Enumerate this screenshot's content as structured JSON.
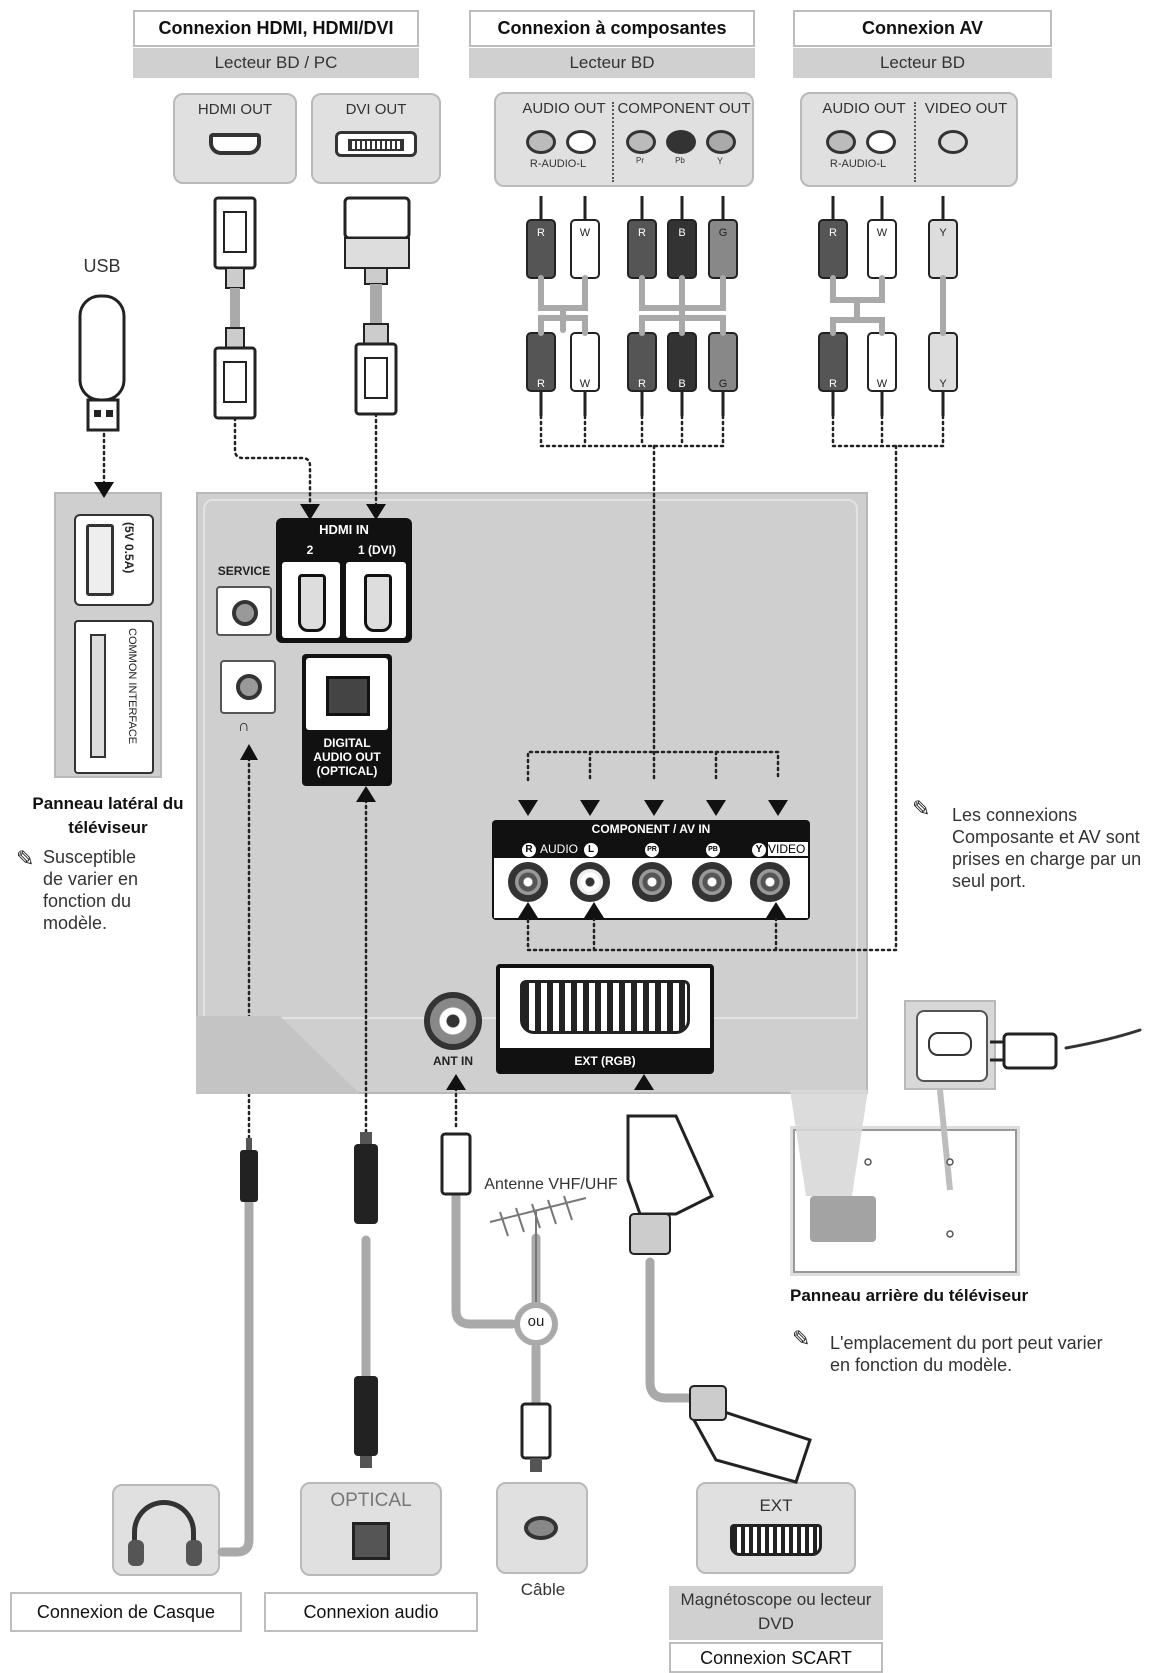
{
  "headers": {
    "hdmi": {
      "title": "Connexion HDMI, HDMI/DVI",
      "sub": "Lecteur BD / PC"
    },
    "component": {
      "title": "Connexion à composantes",
      "sub": "Lecteur BD"
    },
    "av": {
      "title": "Connexion AV",
      "sub": "Lecteur BD"
    }
  },
  "sources": {
    "hdmi_out": "HDMI OUT",
    "dvi_out": "DVI OUT",
    "audio_out": "AUDIO OUT",
    "component_out": "COMPONENT OUT",
    "r_audio_l": "R-AUDIO-L",
    "pr": "Pr",
    "pb": "Pb",
    "y": "Y",
    "audio_out_av": "AUDIO OUT",
    "video_out": "VIDEO OUT",
    "r_audio_l_av": "R-AUDIO-L"
  },
  "plugs": {
    "r": "R",
    "w": "W",
    "b": "B",
    "g": "G",
    "y": "Y"
  },
  "usb": {
    "label": "USB"
  },
  "side_panel": {
    "usb_port": "(5V 0.5A)",
    "common_interface": "COMMON INTERFACE",
    "caption_line1": "Panneau latéral du",
    "caption_line2": "téléviseur",
    "note_lines": [
      "Susceptible",
      "de varier en",
      "fonction du",
      "modèle."
    ]
  },
  "rear_panel": {
    "hdmi_in": "HDMI IN",
    "hdmi_2": "2",
    "hdmi_1": "1 (DVI)",
    "service": "SERVICE",
    "digital_audio_1": "DIGITAL",
    "digital_audio_2": "AUDIO OUT",
    "digital_audio_3": "(OPTICAL)",
    "component_av_in": "COMPONENT / AV IN",
    "audio": "AUDIO",
    "video": "VIDEO",
    "r_mark": "R",
    "l_mark": "L",
    "pr_mark": "PR",
    "pb_mark": "PB",
    "y_mark": "Y",
    "ant_in": "ANT IN",
    "ext_rgb": "EXT (RGB)"
  },
  "notes": {
    "component_av_lines": [
      "Les connexions",
      "Composante et AV sont",
      "prises en charge par un",
      "seul port."
    ],
    "port_location_lines": [
      "L'emplacement du port peut varier",
      "en fonction du modèle."
    ]
  },
  "tv_back": {
    "caption": "Panneau arrière du téléviseur"
  },
  "antenna": {
    "label": "Antenne VHF/UHF",
    "ou": "ou",
    "cable": "Câble"
  },
  "bottom": {
    "optical": "OPTICAL",
    "ext": "EXT",
    "headphone_caption": "Connexion de Casque",
    "audio_caption": "Connexion audio",
    "vcr_line1": "Magnétoscope ou lecteur",
    "vcr_line2": "DVD",
    "scart_caption": "Connexion SCART"
  }
}
